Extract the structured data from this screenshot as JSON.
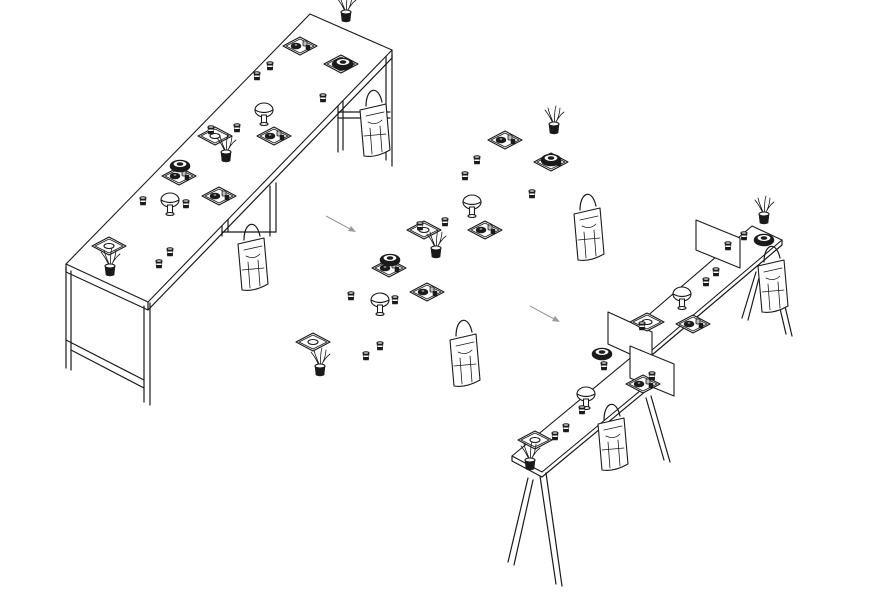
{
  "colors": {
    "ink": "#1a1a1a",
    "arrow": "#9a9a9a",
    "background": "#ffffff"
  },
  "stages": [
    {
      "id": "long-table"
    },
    {
      "id": "loose-items"
    },
    {
      "id": "split-sawhorse-tables"
    }
  ],
  "transition_arrows": 2,
  "icons": [
    "plant-icon",
    "lamp-icon",
    "tote-bag-icon",
    "tray-icon",
    "cup-icon",
    "bowl-icon",
    "divider-panel-icon"
  ]
}
